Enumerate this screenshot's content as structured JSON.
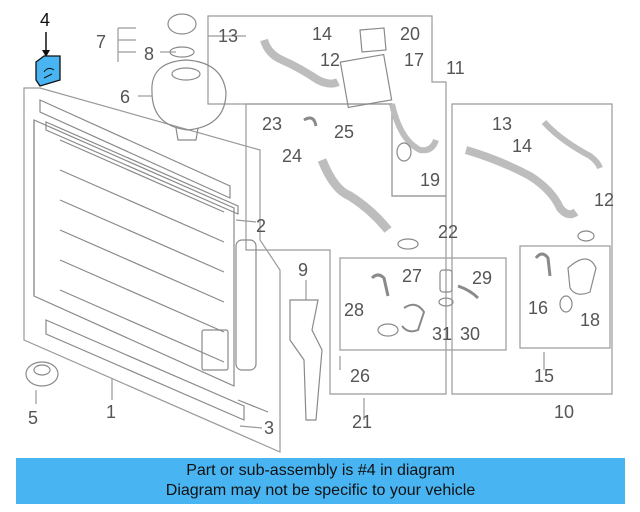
{
  "highlight_color": "#48b4f2",
  "diagram": {
    "callouts": [
      "1",
      "2",
      "3",
      "4",
      "5",
      "6",
      "7",
      "8",
      "9",
      "10",
      "11",
      "12",
      "13",
      "14",
      "15",
      "16",
      "17",
      "18",
      "19",
      "20",
      "21",
      "22",
      "23",
      "24",
      "25",
      "26",
      "27",
      "28",
      "29",
      "30",
      "31"
    ]
  },
  "banner": {
    "line1": "Part or sub-assembly is #4 in diagram",
    "line2": "Diagram may not be specific to your vehicle"
  }
}
